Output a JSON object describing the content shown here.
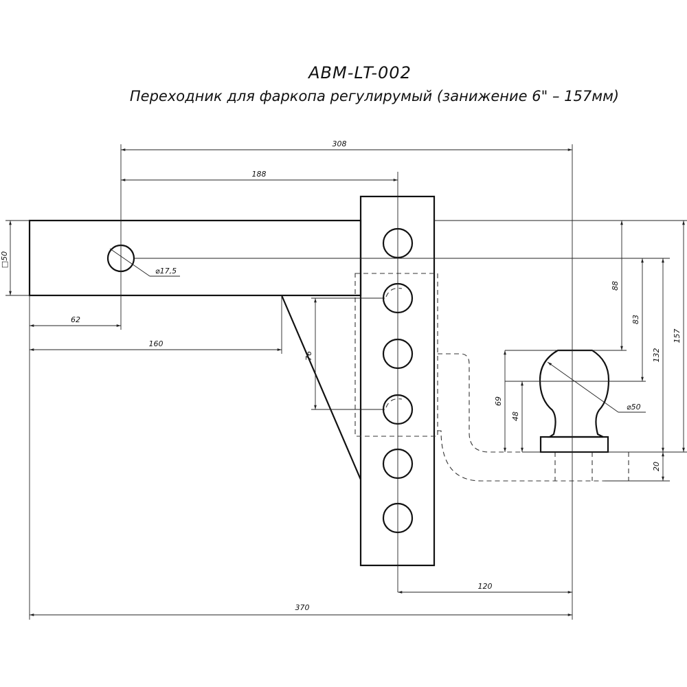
{
  "title": {
    "code": "ABM-LT-002",
    "description": "Переходник для фаркопа регулирумый (занижение 6\" – 157мм)"
  },
  "dimensions": {
    "d308": "308",
    "d188": "188",
    "d50": "□50",
    "d17_5": "⌀17,5",
    "d62": "62",
    "d160": "160",
    "d76": "76",
    "d88": "88",
    "d83": "83",
    "d132": "132",
    "d157": "157",
    "d69": "69",
    "d48": "48",
    "d50ball": "⌀50",
    "d20": "20",
    "d120": "120",
    "d370": "370"
  },
  "icons": [
    "pin-hole-icon",
    "adjustment-hole-icon",
    "tow-ball-icon"
  ]
}
